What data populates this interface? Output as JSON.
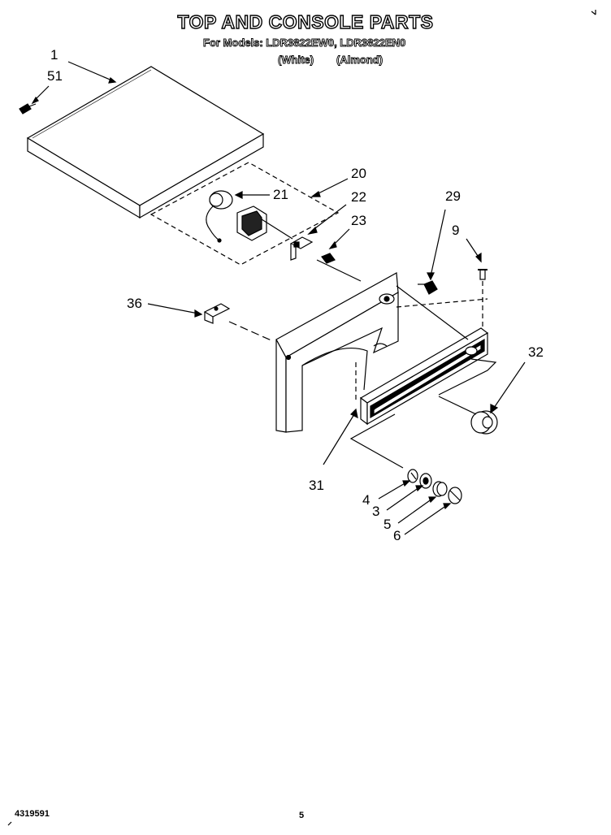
{
  "title": "TOP AND CONSOLE PARTS",
  "models_line": "For Models: LDR3822EW0, LDR3822EN0",
  "color_white": "(White)",
  "color_almond": "(Almond)",
  "callouts": {
    "c1": "1",
    "c51": "51",
    "c20": "20",
    "c21": "21",
    "c22": "22",
    "c23": "23",
    "c29": "29",
    "c9": "9",
    "c36": "36",
    "c32": "32",
    "c31": "31",
    "c4": "4",
    "c3": "3",
    "c5": "5",
    "c6": "6"
  },
  "footer_left": "4319591",
  "footer_page": "5"
}
